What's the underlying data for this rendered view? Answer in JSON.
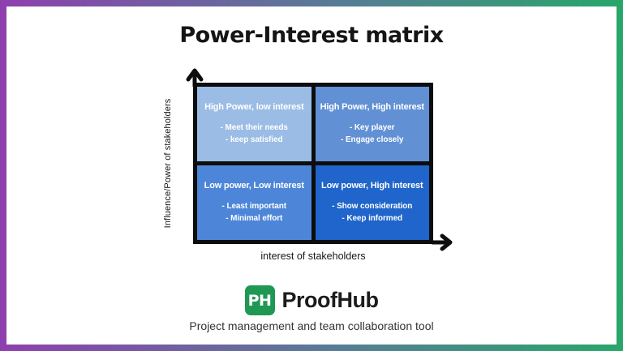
{
  "title": "Power-Interest matrix",
  "frame": {
    "gradient_left_color": "#8e3fae",
    "gradient_right_color": "#28a669"
  },
  "matrix": {
    "y_axis_label": "Influence/Power of stakeholders",
    "x_axis_label": "interest of stakeholders",
    "border_color": "#0d0d0d",
    "quadrants": [
      {
        "heading": "High Power, low interest",
        "items": [
          "- Meet their needs",
          "- keep satisfied"
        ],
        "bg": "#9bbce5"
      },
      {
        "heading": "High Power, High interest",
        "items": [
          "- Key player",
          "- Engage closely"
        ],
        "bg": "#6190d4"
      },
      {
        "heading": "Low power, Low interest",
        "items": [
          "- Least important",
          "- Minimal effort"
        ],
        "bg": "#4d86d8"
      },
      {
        "heading": "Low power, High interest",
        "items": [
          "- Show consideration",
          "- Keep informed"
        ],
        "bg": "#1f65cb"
      }
    ]
  },
  "footer": {
    "logo_text": "PH",
    "logo_color": "#1f9854",
    "brand": "ProofHub",
    "tagline": "Project management and team collaboration tool"
  }
}
